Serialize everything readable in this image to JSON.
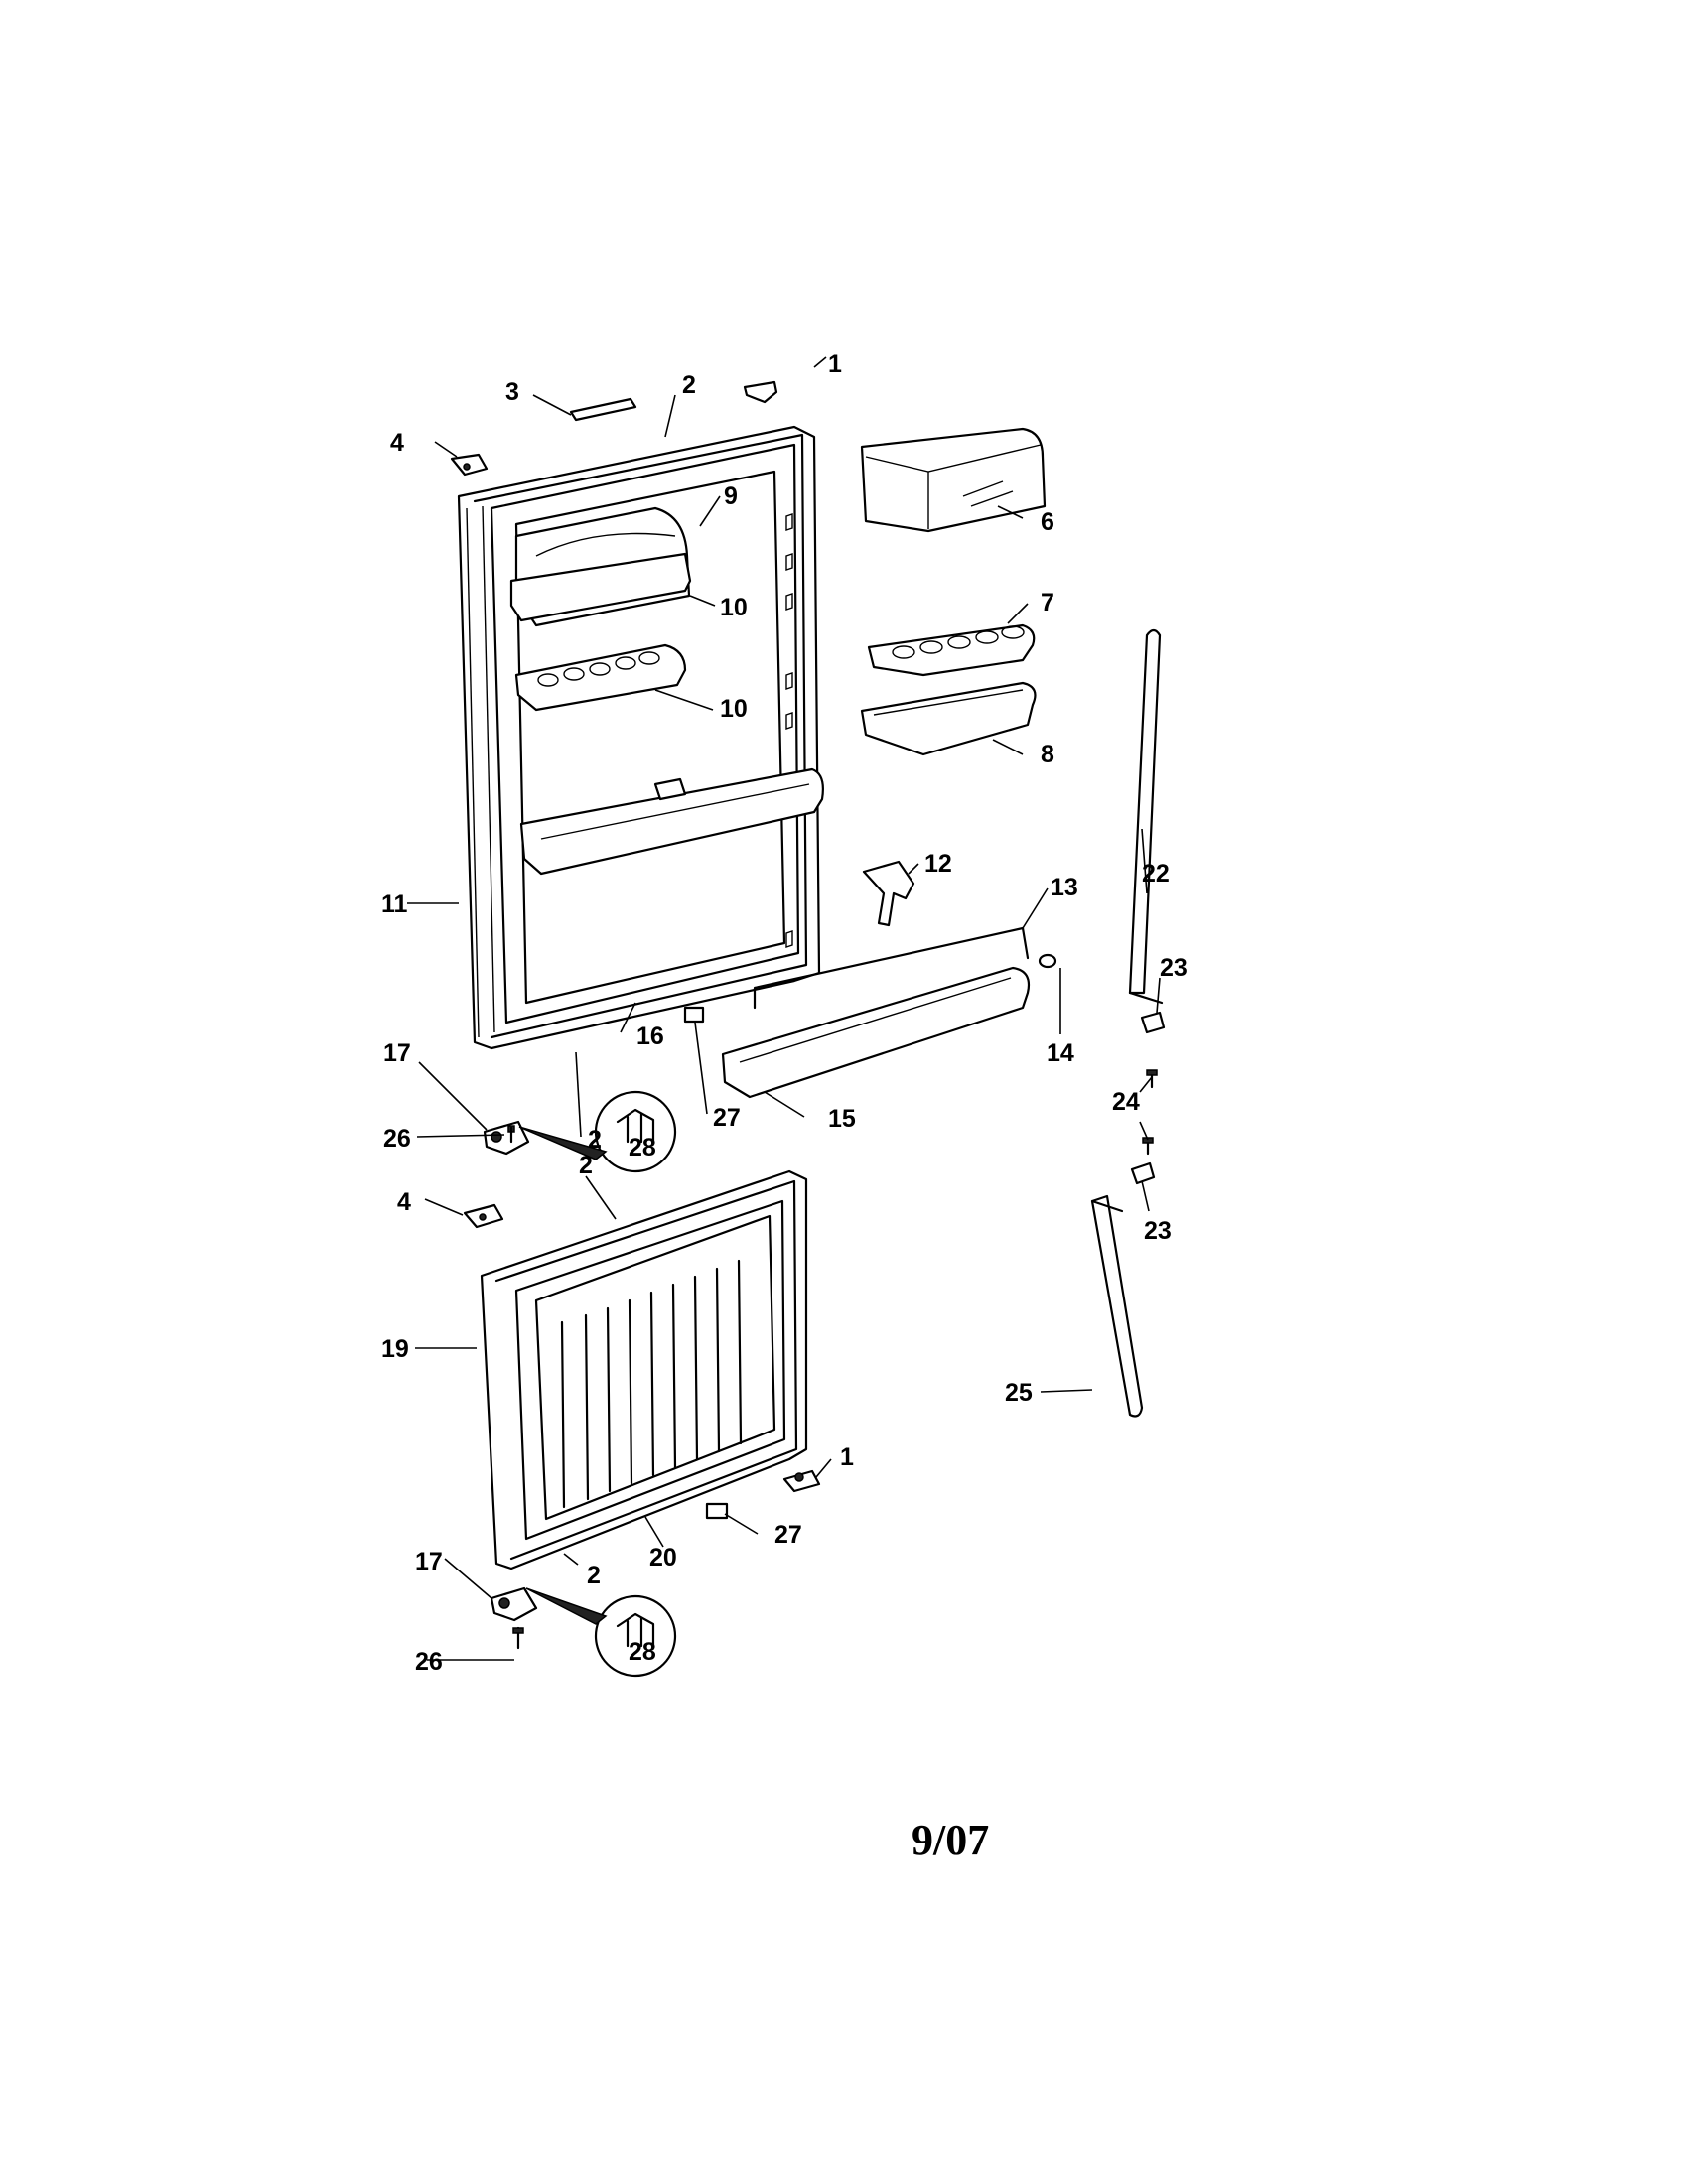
{
  "footer": {
    "code": "9/07"
  },
  "labels": {
    "l1a": "1",
    "l1b": "1",
    "l2a": "2",
    "l2b": "2",
    "l2c": "2",
    "l2d": "2",
    "l3": "3",
    "l4a": "4",
    "l4b": "4",
    "l6": "6",
    "l7": "7",
    "l8": "8",
    "l9": "9",
    "l10a": "10",
    "l10b": "10",
    "l11": "11",
    "l12": "12",
    "l13": "13",
    "l14": "14",
    "l15": "15",
    "l16": "16",
    "l17a": "17",
    "l17b": "17",
    "l19": "19",
    "l20": "20",
    "l22": "22",
    "l23a": "23",
    "l23b": "23",
    "l24": "24",
    "l25": "25",
    "l26a": "26",
    "l26b": "26",
    "l27a": "27",
    "l27b": "27",
    "l28a": "28",
    "l28b": "28"
  }
}
